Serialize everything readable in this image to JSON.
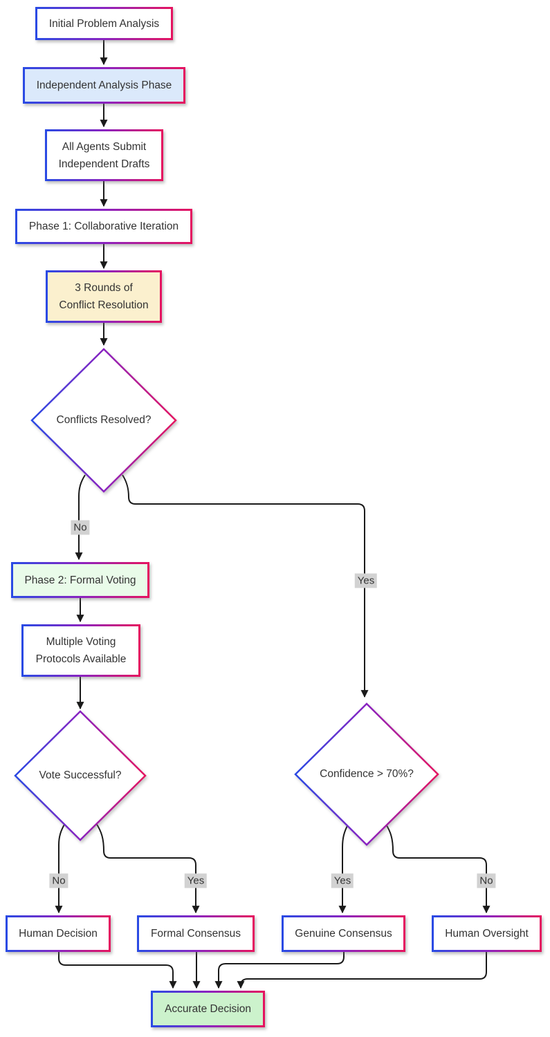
{
  "diagram_type": "flowchart",
  "nodes": {
    "initial": {
      "label": "Initial Problem Analysis"
    },
    "independent": {
      "label": "Independent Analysis Phase"
    },
    "drafts": {
      "line1": "All Agents Submit",
      "line2": "Independent Drafts"
    },
    "phase1": {
      "label": "Phase 1: Collaborative Iteration"
    },
    "rounds": {
      "line1": "3 Rounds of",
      "line2": "Conflict Resolution"
    },
    "conflicts_resolved": {
      "label": "Conflicts Resolved?"
    },
    "phase2": {
      "label": "Phase 2: Formal Voting"
    },
    "protocols": {
      "line1": "Multiple Voting",
      "line2": "Protocols Available"
    },
    "vote_successful": {
      "label": "Vote Successful?"
    },
    "confidence": {
      "label": "Confidence > 70%?"
    },
    "human_decision": {
      "label": "Human Decision"
    },
    "formal_consensus": {
      "label": "Formal Consensus"
    },
    "genuine_consensus": {
      "label": "Genuine Consensus"
    },
    "human_oversight": {
      "label": "Human Oversight"
    },
    "accurate_decision": {
      "label": "Accurate Decision"
    }
  },
  "edge_labels": {
    "conflicts_no": "No",
    "conflicts_yes": "Yes",
    "vote_no": "No",
    "vote_yes": "Yes",
    "confidence_yes": "Yes",
    "confidence_no": "No"
  },
  "colors": {
    "border_gradient_start": "#2a4ae4",
    "border_gradient_mid": "#8a23c1",
    "border_gradient_end": "#e51360",
    "node_fill_default": "#ffffff",
    "node_fill_blue": "#dbe9fb",
    "node_fill_cream": "#fbf0ce",
    "node_fill_mint": "#e9fbe9",
    "node_fill_green": "#ccf2cc",
    "edge_color": "#1a1a1a",
    "edge_label_bg": "#d2d2d2",
    "text_color": "#333333"
  }
}
